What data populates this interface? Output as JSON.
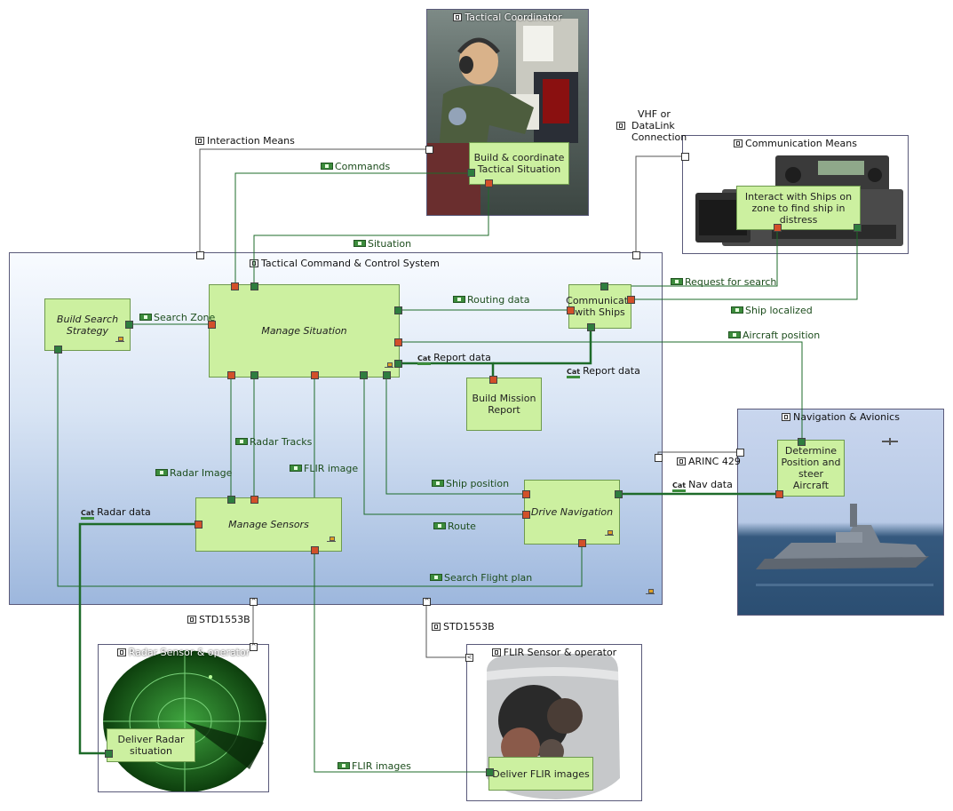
{
  "actors": {
    "tactical_coordinator": "Tactical Coordinator",
    "communication_means": "Communication Means",
    "system": "Tactical Command & Control System",
    "navigation": "Navigation & Avionics",
    "radar": "Radar Sensor & operator",
    "flir": "FLIR Sensor & operator"
  },
  "functions": {
    "build_coordinate": "Build & coordinate Tactical Situation",
    "interact_ships": "Interact with Ships on zone to find ship in distress",
    "build_search": "Build Search Strategy",
    "manage_situation": "Manage Situation",
    "communicate_ships": "Communicate with Ships",
    "build_mission_report": "Build Mission Report",
    "determine_position": "Determine Position and steer Aircraft",
    "manage_sensors": "Manage Sensors",
    "drive_navigation": "Drive Navigation",
    "deliver_radar": "Deliver Radar situation",
    "deliver_flir": "Deliver FLIR images"
  },
  "exchanges": {
    "interaction_means": "Interaction Means",
    "commands": "Commands",
    "vhf_line1": "VHF or",
    "vhf_line2": "DataLink",
    "vhf_line3": "Connection",
    "situation": "Situation",
    "search_zone": "Search Zone",
    "routing_data": "Routing data",
    "request_search": "Request for search",
    "ship_localized": "Ship localized",
    "aircraft_position": "Aircraft position",
    "report_data_1": "Report data",
    "report_data_2": "Report data",
    "radar_tracks": "Radar Tracks",
    "radar_image": "Radar Image",
    "flir_image": "FLIR image",
    "arinc": "ARINC 429",
    "ship_position": "Ship position",
    "nav_data": "Nav data",
    "radar_data": "Radar data",
    "route": "Route",
    "search_flight_plan": "Search Flight plan",
    "std_1": "STD1553B",
    "std_2": "STD1553B",
    "flir_images": "FLIR images"
  },
  "colors": {
    "function_fill": "#ccf0a0",
    "flow_green": "#1e6b2a",
    "port_in": "#d2502a",
    "port_out": "#2e7d3e"
  }
}
